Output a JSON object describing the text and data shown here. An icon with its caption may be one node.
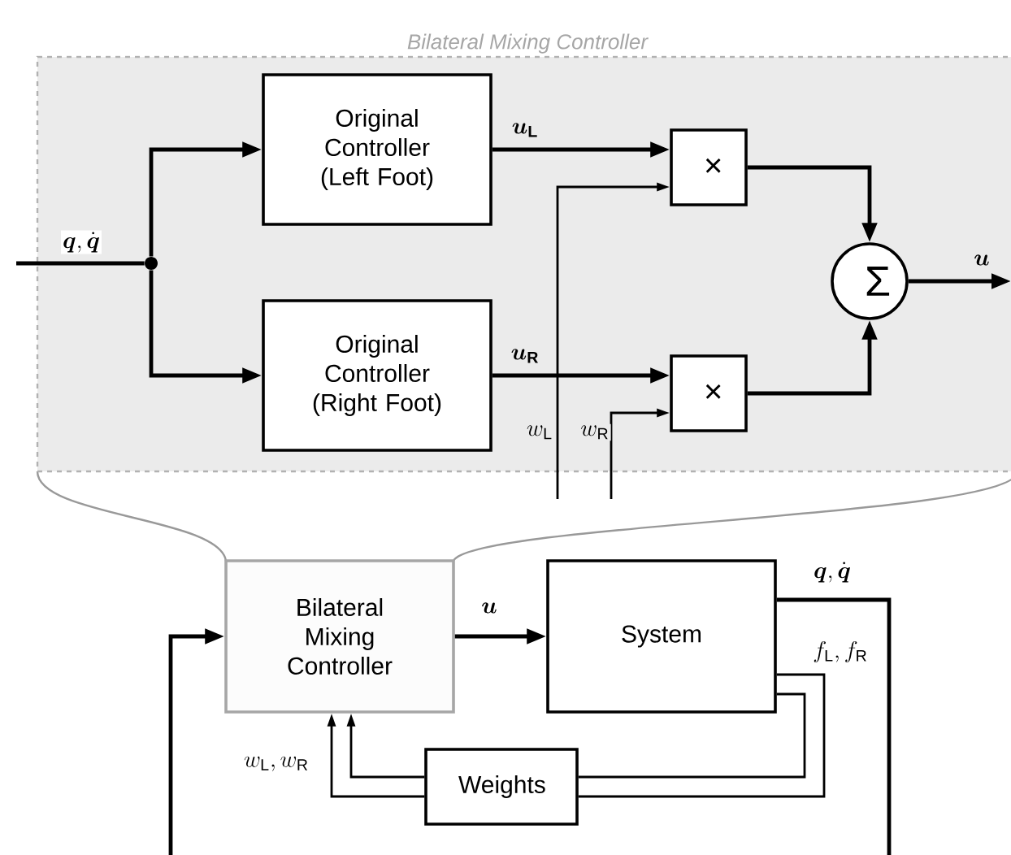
{
  "diagram": {
    "nodes": [
      {
        "text": [
          "Bilateral Mixing Controller"
        ]
      },
      {
        "text": [
          "Original Controller (Left Foot)"
        ],
        "in": 0
      },
      {
        "text": [
          "Original Controller (Right Foot)"
        ],
        "in": 0
      },
      {
        "text": [
          "×"
        ],
        "in": 0
      },
      {
        "text": [
          "×"
        ],
        "in": 0
      },
      {
        "text": [
          "Σ"
        ],
        "in": 0
      },
      {
        "text": [],
        "shape": "circle",
        "in": 0
      },
      {
        "text": [
          "Bilateral Mixing Controller"
        ]
      },
      {
        "text": [
          "System"
        ]
      },
      {
        "text": [
          "Weights"
        ]
      }
    ],
    "edges": [
      {
        "from": null,
        "to": 6,
        "arrow": "none",
        "label": "\\boldsymbol{q},\\dot{\\boldsymbol{q}}"
      },
      {
        "from": 6,
        "to": 1,
        "arrow": "to"
      },
      {
        "from": 6,
        "to": 2,
        "arrow": "to"
      },
      {
        "from": 1,
        "to": 3,
        "arrow": "to",
        "label": "\\boldsymbol{u}_{\\mathbf{L}}"
      },
      {
        "from": 2,
        "to": 4,
        "arrow": "to",
        "label": "\\boldsymbol{u}_{\\mathbf{R}}"
      },
      {
        "from": null,
        "to": 3,
        "arrow": "to",
        "label": "w_{\\mathrm{L}}"
      },
      {
        "from": null,
        "to": 4,
        "arrow": "to",
        "label": "w_{\\mathrm{R}}"
      },
      {
        "from": 3,
        "to": 5,
        "arrow": "to"
      },
      {
        "from": 4,
        "to": 5,
        "arrow": "to"
      },
      {
        "from": 5,
        "to": null,
        "arrow": "to",
        "label": "\\boldsymbol{u}"
      },
      {
        "from": 7,
        "to": 8,
        "arrow": "to",
        "label": "\\boldsymbol{u}"
      },
      {
        "from": 8,
        "to": 7,
        "arrow": "to",
        "label": "\\boldsymbol{q},\\dot{\\boldsymbol{q}}"
      },
      {
        "from": 8,
        "to": 9,
        "arrow": "none",
        "label": "f_{\\mathrm{L}}, f_{\\mathrm{R}}"
      },
      {
        "from": 8,
        "to": 9,
        "arrow": "none"
      },
      {
        "from": 9,
        "to": 7,
        "arrow": "to"
      },
      {
        "from": 9,
        "to": 7,
        "arrow": "to",
        "label": "w_{\\mathrm{L}}, w_{\\mathrm{R}}"
      }
    ]
  }
}
